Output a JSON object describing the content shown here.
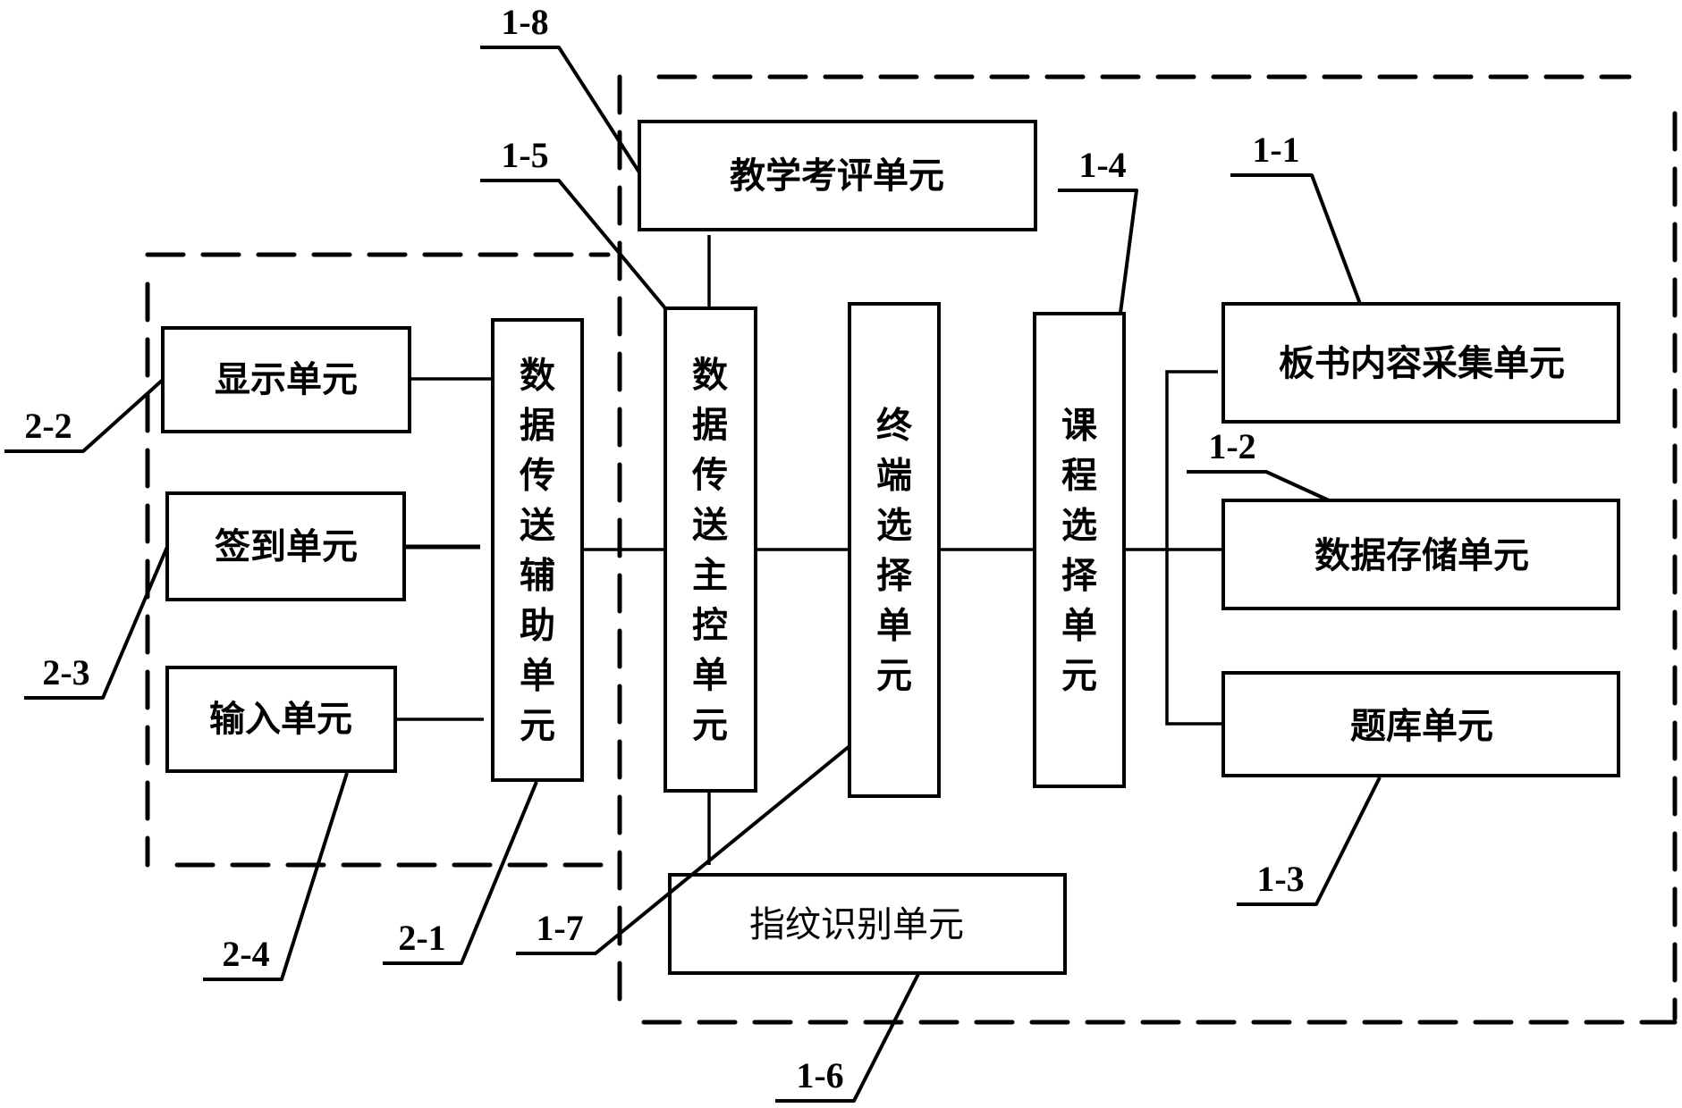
{
  "diagram": {
    "groups": [
      {
        "id": "terminal-group",
        "style": "dashed",
        "contains": [
          "2-1",
          "2-2",
          "2-3",
          "2-4"
        ]
      },
      {
        "id": "server-group",
        "style": "dashed",
        "contains": [
          "1-1",
          "1-2",
          "1-3",
          "1-4",
          "1-5",
          "1-6",
          "1-7",
          "1-8"
        ]
      }
    ],
    "units": {
      "display": {
        "ref": "2-2",
        "label": "显示单元"
      },
      "signin": {
        "ref": "2-3",
        "label": "签到单元"
      },
      "input": {
        "ref": "2-4",
        "label": "输入单元"
      },
      "aux": {
        "ref": "2-1",
        "label": "数据传送辅助单元",
        "chars": [
          "数",
          "据",
          "传",
          "送",
          "辅",
          "助",
          "单",
          "元"
        ]
      },
      "main": {
        "ref": "1-5",
        "label": "数据传送主控单元",
        "chars": [
          "数",
          "据",
          "传",
          "送",
          "主",
          "控",
          "单",
          "元"
        ]
      },
      "terminal_select": {
        "ref": "1-7",
        "label": "终端选择单元",
        "chars": [
          "终",
          "端",
          "选",
          "择",
          "单",
          "元"
        ]
      },
      "course_select": {
        "ref": "1-4",
        "label": "课程选择单元",
        "chars": [
          "课",
          "程",
          "选",
          "择",
          "单",
          "元"
        ]
      },
      "evaluation": {
        "ref": "1-8",
        "label": "教学考评单元"
      },
      "fingerprint": {
        "ref": "1-6",
        "label": "指纹识别单元"
      },
      "blackboard": {
        "ref": "1-1",
        "label": "板书内容采集单元"
      },
      "storage": {
        "ref": "1-2",
        "label": "数据存储单元"
      },
      "question_bank": {
        "ref": "1-3",
        "label": "题库单元"
      }
    },
    "refs": {
      "r11": "1-1",
      "r12": "1-2",
      "r13": "1-3",
      "r14": "1-4",
      "r15": "1-5",
      "r16": "1-6",
      "r17": "1-7",
      "r18": "1-8",
      "r21": "2-1",
      "r22": "2-2",
      "r23": "2-3",
      "r24": "2-4"
    },
    "connections": [
      [
        "display",
        "aux"
      ],
      [
        "signin",
        "aux"
      ],
      [
        "input",
        "aux"
      ],
      [
        "aux",
        "main"
      ],
      [
        "main",
        "terminal_select"
      ],
      [
        "terminal_select",
        "course_select"
      ],
      [
        "course_select",
        "blackboard"
      ],
      [
        "course_select",
        "storage"
      ],
      [
        "course_select",
        "question_bank"
      ],
      [
        "evaluation",
        "main"
      ],
      [
        "main",
        "fingerprint"
      ]
    ]
  }
}
